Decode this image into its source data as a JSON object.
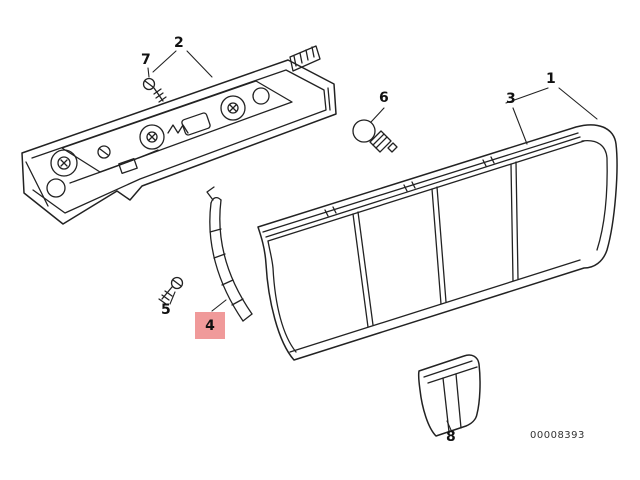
{
  "figure": {
    "background": "#ffffff",
    "line_color": "#222222",
    "highlight_color": "#f09a9a",
    "part_code": "00008393",
    "callouts": {
      "c1": {
        "label": "1",
        "highlighted": false
      },
      "c2": {
        "label": "2",
        "highlighted": false
      },
      "c3": {
        "label": "3",
        "highlighted": false
      },
      "c4": {
        "label": "4",
        "highlighted": true
      },
      "c5": {
        "label": "5",
        "highlighted": false
      },
      "c6": {
        "label": "6",
        "highlighted": false
      },
      "c7": {
        "label": "7",
        "highlighted": false
      },
      "c8": {
        "label": "8",
        "highlighted": false
      }
    }
  }
}
